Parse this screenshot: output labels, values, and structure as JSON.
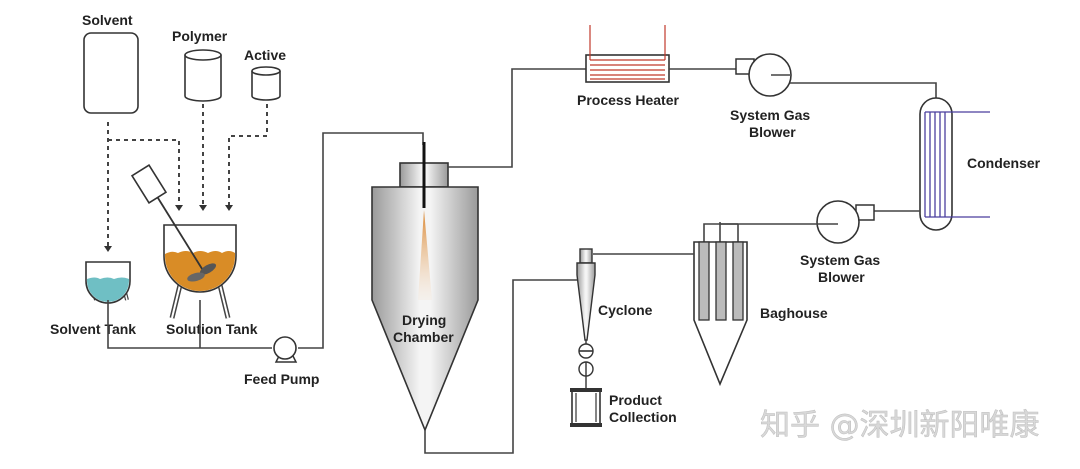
{
  "diagram": {
    "title": "Spray Drying Process Flow",
    "labels": {
      "solvent": "Solvent",
      "polymer": "Polymer",
      "active": "Active",
      "solvent_tank": "Solvent Tank",
      "solution_tank": "Solution Tank",
      "feed_pump": "Feed Pump",
      "drying_chamber_1": "Drying",
      "drying_chamber_2": "Chamber",
      "process_heater": "Process Heater",
      "blower_top_1": "System Gas",
      "blower_top_2": "Blower",
      "condenser": "Condenser",
      "blower_bottom_1": "System Gas",
      "blower_bottom_2": "Blower",
      "cyclone": "Cyclone",
      "baghouse": "Baghouse",
      "product_1": "Product",
      "product_2": "Collection"
    },
    "colors": {
      "line": "#444444",
      "solvent_liquid": "#6fbfc4",
      "solution_liquid": "#d98c26",
      "heater_coil": "#c0392b",
      "condenser_coil": "#4a3f9e",
      "spray": "#e39a4a"
    }
  },
  "watermark": "知乎 @深圳新阳唯康"
}
